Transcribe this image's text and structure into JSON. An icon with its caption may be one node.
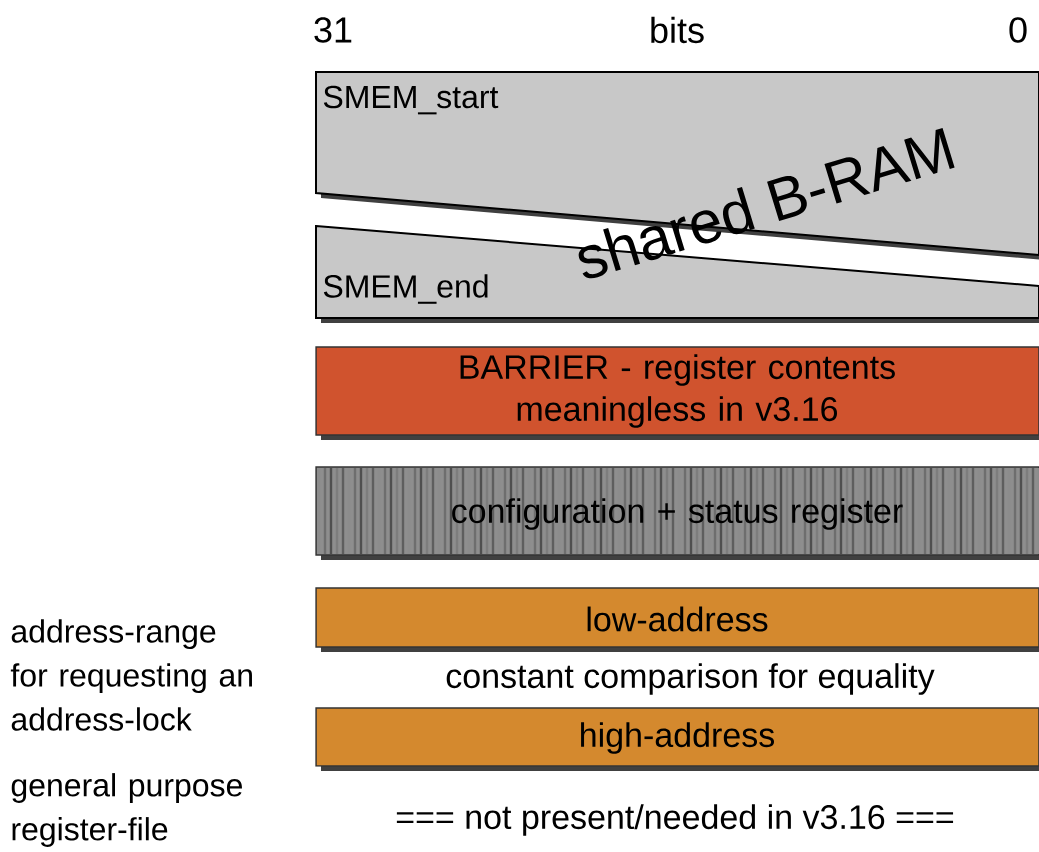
{
  "diagram": {
    "nodes": [
      {
        "text": [
          "SMEM_start"
        ]
      },
      {
        "text": [
          "SMEM_end"
        ]
      },
      {
        "text": [
          "BARRIER - register contents meaningless in v3.16"
        ]
      },
      {
        "text": [
          "configuration + status register"
        ]
      },
      {
        "text": [
          "low-address"
        ]
      },
      {
        "text": [
          "high-address"
        ]
      }
    ],
    "edges": [],
    "labels": [
      "31",
      "bits",
      "0",
      "shared B-RAM",
      "address-range for requesting an address-lock",
      "constant comparison for equality",
      "general purpose register-file",
      "=== not present/needed in v3.16 ==="
    ]
  }
}
